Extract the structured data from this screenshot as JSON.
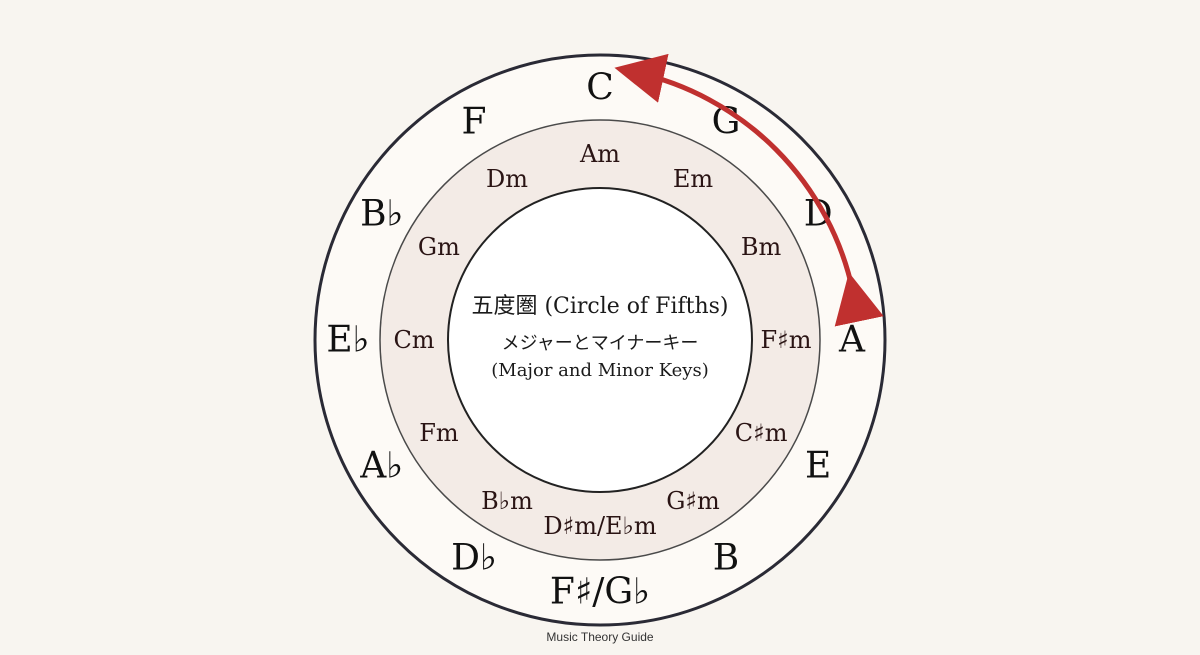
{
  "diagram": {
    "major_keys": [
      "C",
      "G",
      "D",
      "A",
      "E",
      "B",
      "F♯/G♭",
      "D♭",
      "A♭",
      "E♭",
      "B♭",
      "F"
    ],
    "minor_keys": [
      "Am",
      "Em",
      "Bm",
      "F♯m",
      "C♯m",
      "G♯m",
      "D♯m/E♭m",
      "B♭m",
      "Fm",
      "Cm",
      "Gm",
      "Dm"
    ],
    "center": {
      "title": "五度圏 (Circle of Fifths)",
      "subtitle": "メジャーとマイナーキー",
      "subtitle_en": "(Major and Minor Keys)"
    },
    "arrow_color": "#c0302f",
    "outer_ring_color": "#2a2a35",
    "inner_ring_color": "#4a4a4a",
    "band_color": "#f3ebe6",
    "center_color": "#ffffff"
  },
  "footer": {
    "text": "Music Theory Guide"
  }
}
